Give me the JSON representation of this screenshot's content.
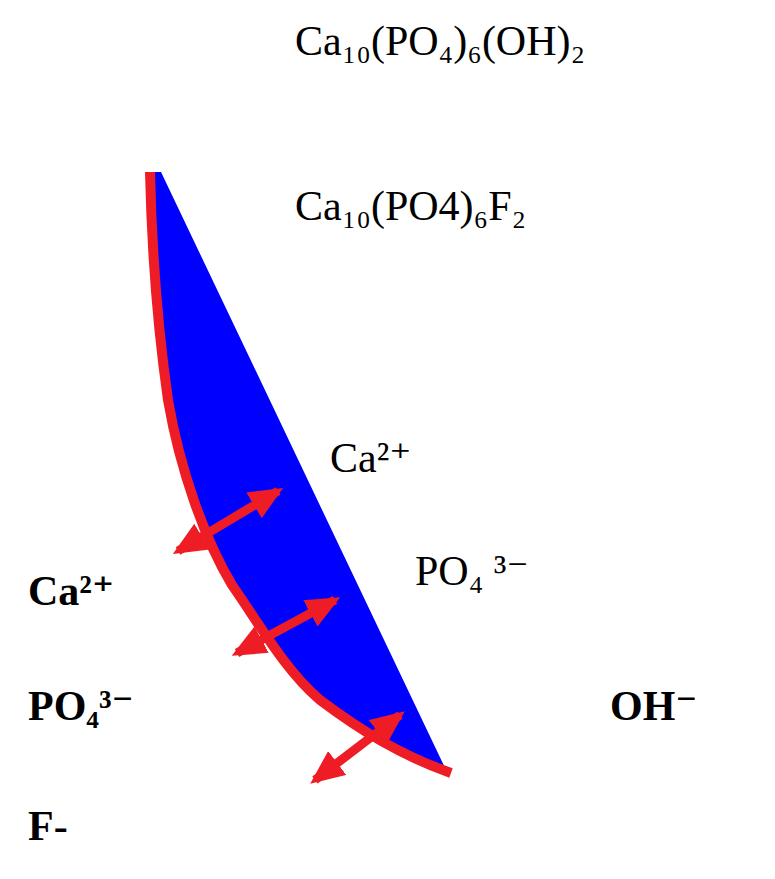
{
  "diagram": {
    "labels": [
      "Ca₁₀(PO₄)₆(OH)₂",
      "Ca₁₀(PO4)₆F₂",
      "Ca²⁺",
      "PO₄ ³⁻",
      "Ca²⁺",
      "PO₄³⁻",
      "OH⁻",
      "F-"
    ]
  }
}
